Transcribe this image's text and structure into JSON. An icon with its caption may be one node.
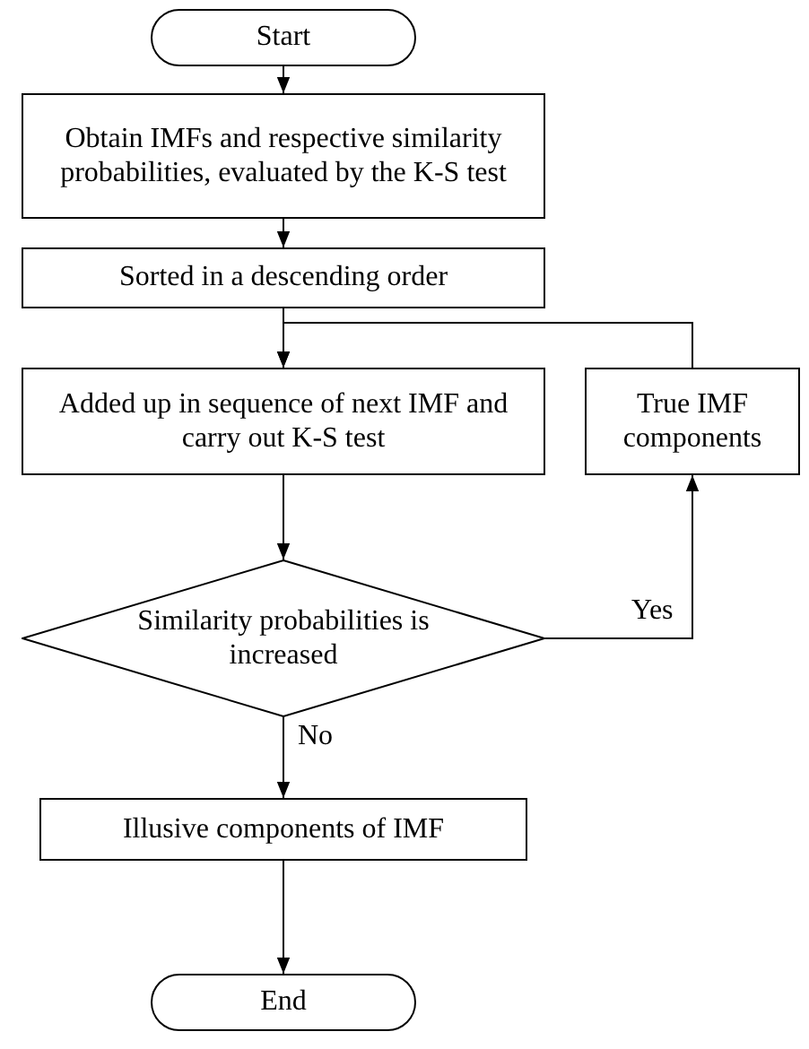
{
  "diagram": {
    "nodes": [
      {
        "text": [
          "Start"
        ]
      },
      {
        "text": [
          "Obtain IMFs and respective similarity probabilities, evaluated by the K-S test"
        ]
      },
      {
        "text": [
          "Sorted in a descending order"
        ]
      },
      {
        "text": [
          "Added up in sequence of next IMF and carry out  K-S test"
        ]
      },
      {
        "text": [
          "True IMF components"
        ]
      },
      {
        "text": [
          "Similarity probabilities is increased"
        ]
      },
      {
        "text": [
          "Illusive components of IMF"
        ]
      },
      {
        "text": [
          "End"
        ]
      }
    ],
    "edges": [
      {
        "from": 0,
        "to": 1,
        "arrow": "to"
      },
      {
        "from": 1,
        "to": 2,
        "arrow": "to"
      },
      {
        "from": 2,
        "to": 3,
        "arrow": "to"
      },
      {
        "from": 4,
        "to": 3,
        "arrow": "to"
      },
      {
        "from": 3,
        "to": 5,
        "arrow": "to"
      },
      {
        "from": 5,
        "to": 4,
        "arrow": "to",
        "label": "Yes"
      },
      {
        "from": 5,
        "to": 6,
        "arrow": "to",
        "label": "No"
      },
      {
        "from": 6,
        "to": 7,
        "arrow": "to"
      }
    ]
  }
}
